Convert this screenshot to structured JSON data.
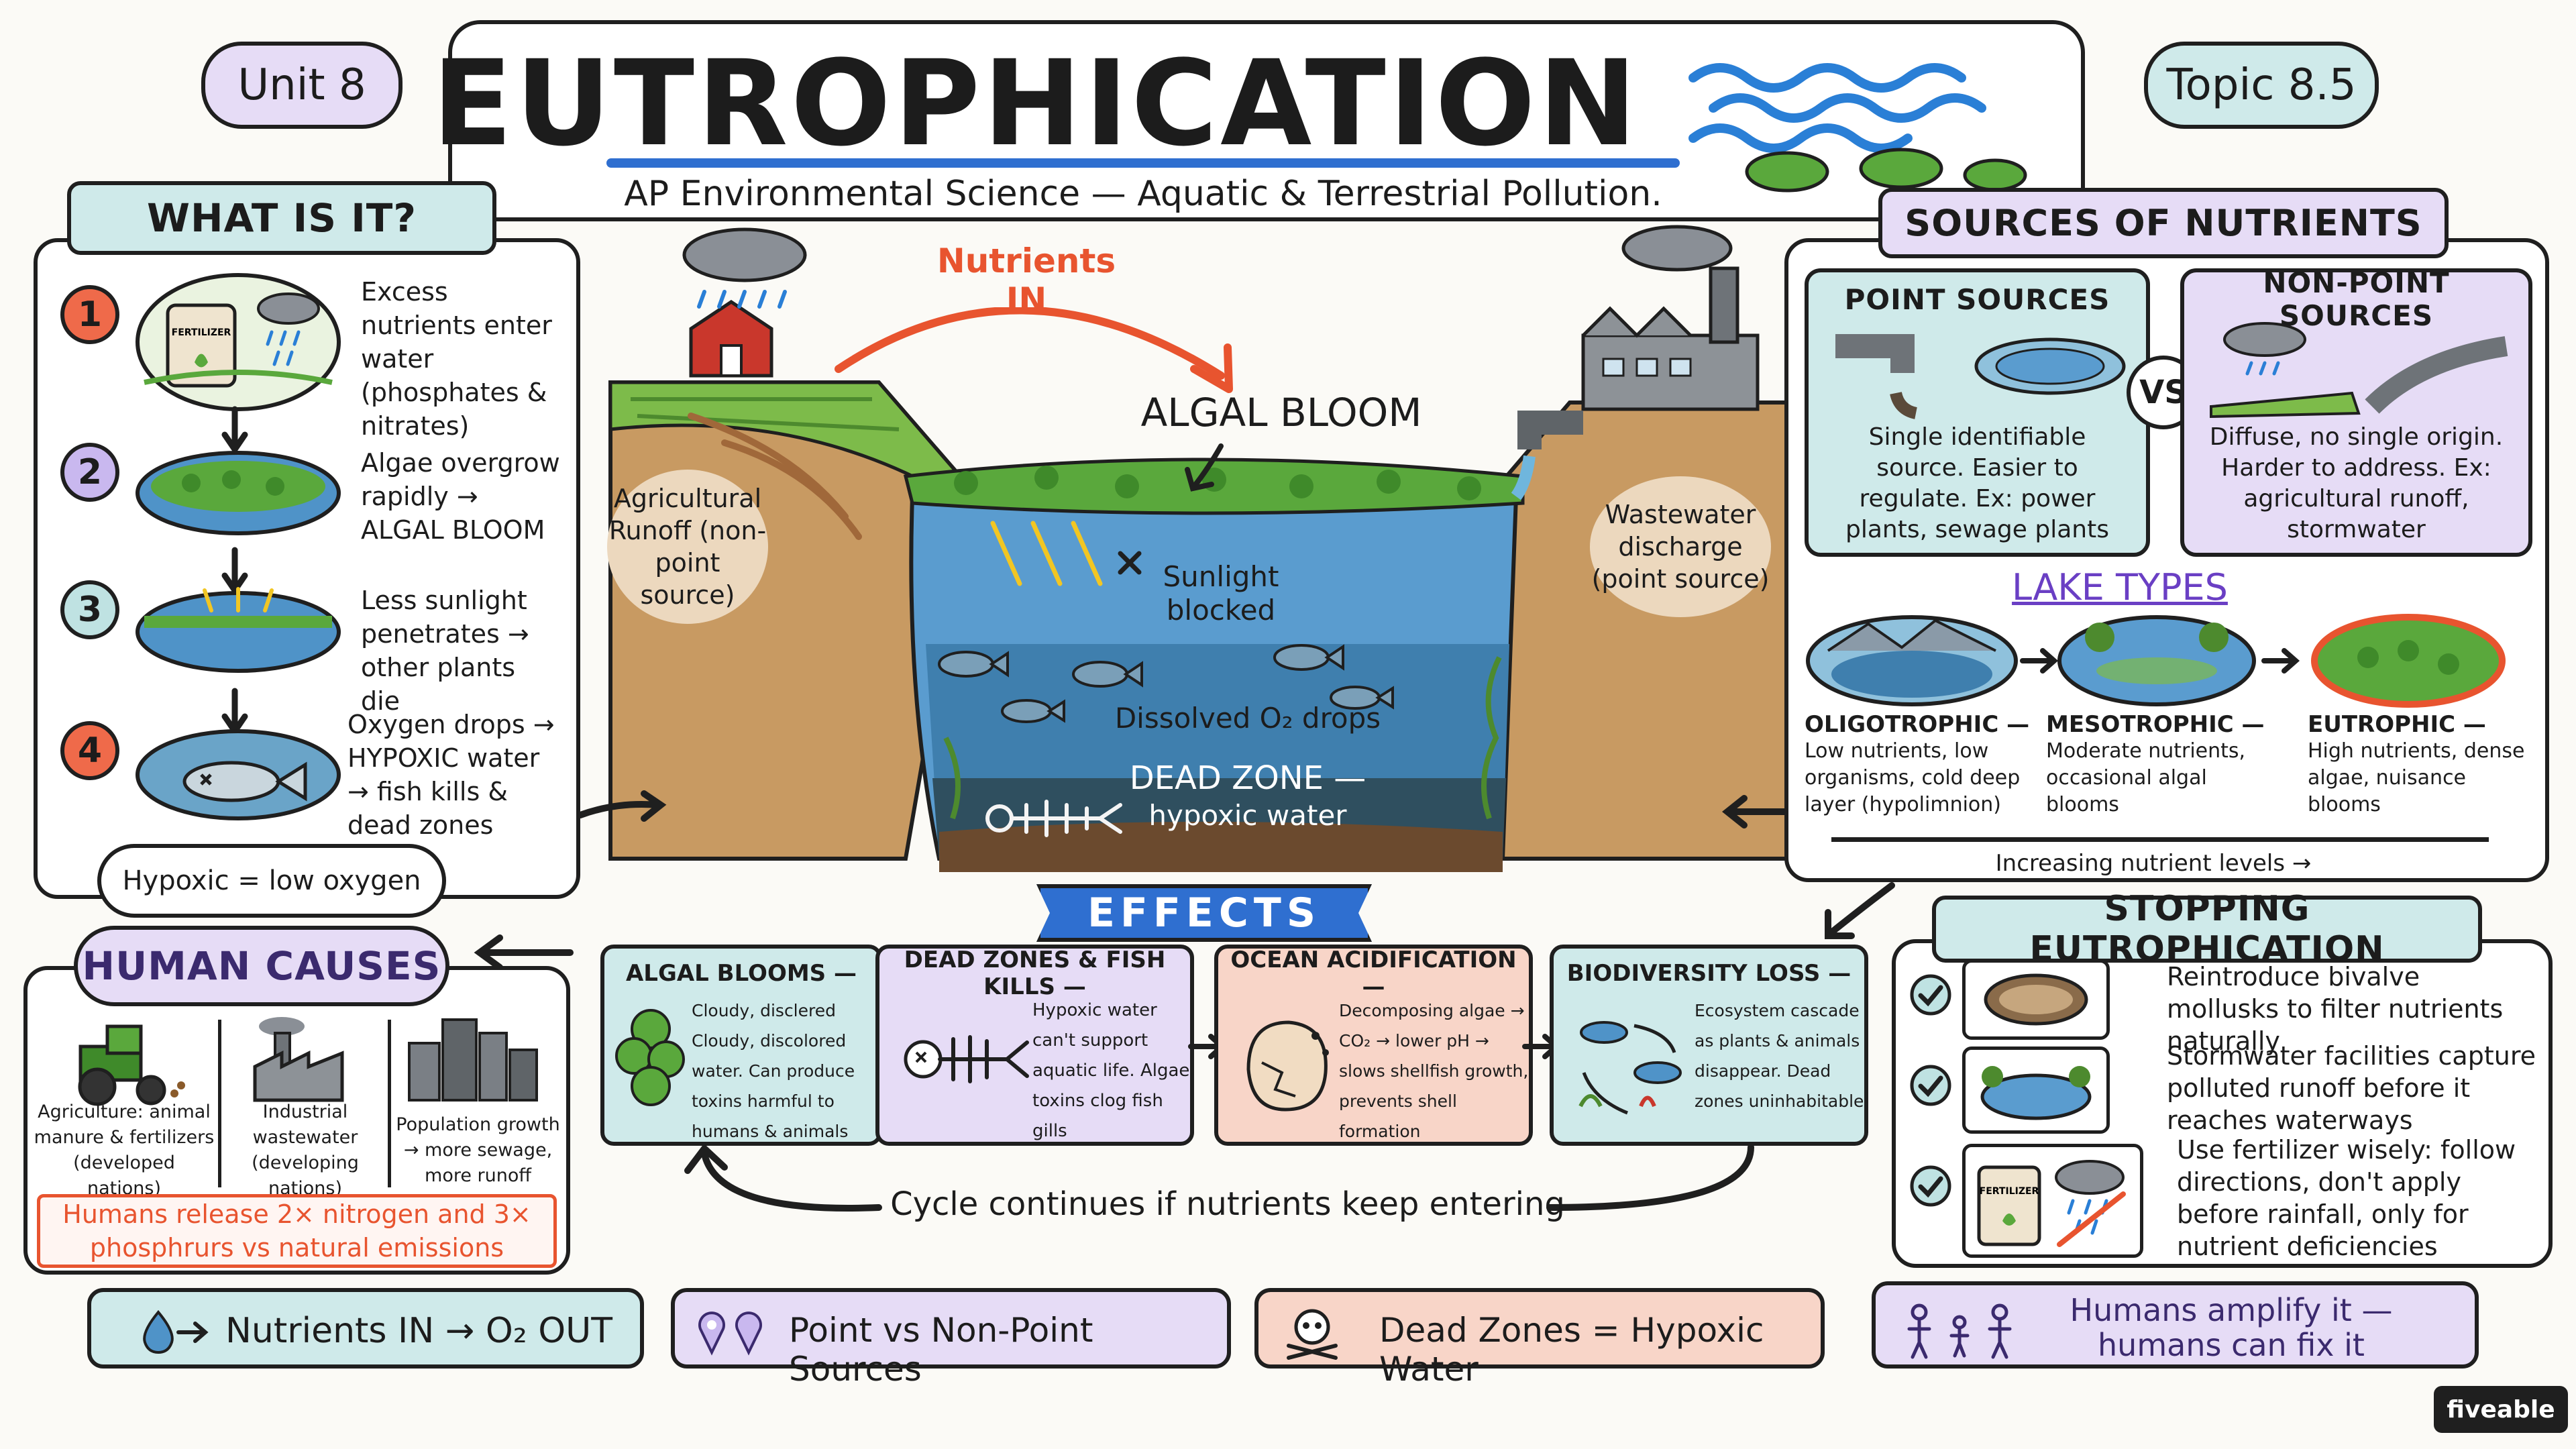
{
  "header": {
    "unit": "Unit 8",
    "title": "EUTROPHICATION",
    "subtitle": "AP Environmental Science — Aquatic & Terrestrial Pollution.",
    "topic": "Topic 8.5"
  },
  "what_is_it": {
    "heading": "WHAT IS IT?",
    "steps": [
      {
        "num": "1",
        "text": "Excess nutrients enter water (phosphates & nitrates)",
        "icon_label": "FERTILIZER"
      },
      {
        "num": "2",
        "text": "Algae overgrow rapidly → ALGAL BLOOM"
      },
      {
        "num": "3",
        "text": "Less sunlight penetrates → other plants die"
      },
      {
        "num": "4",
        "text": "Oxygen drops → HYPOXIC water → fish kills & dead zones"
      }
    ],
    "note": "Hypoxic = low oxygen"
  },
  "lake": {
    "nutrients_in": "Nutrients IN",
    "algal_bloom": "ALGAL BLOOM",
    "ag_runoff": "Agricultural Runoff (non-point source)",
    "wastewater": "Wastewater discharge (point source)",
    "sunlight": "Sunlight blocked",
    "dissolved": "Dissolved O₂ drops",
    "dead_zone": "DEAD ZONE —",
    "hypoxic_water": "hypoxic water"
  },
  "sources": {
    "heading": "SOURCES OF NUTRIENTS",
    "point": {
      "title": "POINT SOURCES",
      "text": "Single identifiable source. Easier to regulate. Ex: power plants, sewage plants"
    },
    "vs": "VS",
    "nonpoint": {
      "title": "NON-POINT SOURCES",
      "text": "Diffuse, no single origin. Harder to address. Ex: agricultural runoff, stormwater"
    }
  },
  "lake_types": {
    "heading": "LAKE TYPES",
    "types": [
      {
        "name": "OLIGOTROPHIC —",
        "text": "Low nutrients, low organisms, cold deep layer (hypolimnion)"
      },
      {
        "name": "MESOTROPHIC —",
        "text": "Moderate nutrients, occasional algal blooms"
      },
      {
        "name": "EUTROPHIC —",
        "text": "High nutrients, dense algae, nuisance blooms"
      }
    ],
    "axis": "Increasing nutrient levels →"
  },
  "effects": {
    "heading": "EFFECTS",
    "cards": [
      {
        "title": "ALGAL BLOOMS —",
        "text": "Cloudy, disclered Cloudy, discolored water. Can produce toxins harmful to humans & animals"
      },
      {
        "title": "DEAD ZONES & FISH KILLS —",
        "text": "Hypoxic water can't support aquatic life. Algae toxins clog fish gills"
      },
      {
        "title": "OCEAN ACIDIFICATION —",
        "text": "Decomposing algae → CO₂ → lower pH → slows shellfish growth, prevents shell formation"
      },
      {
        "title": "BIODIVERSITY LOSS —",
        "text": "Ecosystem cascade as plants & animals disappear. Dead zones uninhabitable"
      }
    ],
    "cycle": "Cycle continues if nutrients keep entering"
  },
  "human_causes": {
    "heading": "HUMAN CAUSES",
    "items": [
      {
        "text": "Agriculture: animal manure & fertilizers (developed nations)"
      },
      {
        "text": "Industrial wastewater (developing nations)"
      },
      {
        "text": "Population growth → more sewage, more runoff"
      }
    ],
    "callout": "Humans release 2× nitrogen and 3× phosphrurs vs natural emissions"
  },
  "stopping": {
    "heading": "STOPPING EUTROPHICATION",
    "items": [
      {
        "text": "Reintroduce bivalve mollusks to filter nutrients naturally"
      },
      {
        "text": "Stormwater facilities capture polluted runoff before it reaches waterways"
      },
      {
        "text": "Use fertilizer wisely: follow directions, don't apply before rainfall, only for nutrient deficiencies",
        "icon_label": "FERTILIZER"
      }
    ]
  },
  "footer": {
    "items": [
      {
        "text": "Nutrients IN → O₂ OUT"
      },
      {
        "text": "Point vs Non-Point Sources"
      },
      {
        "text": "Dead Zones = Hypoxic Water"
      },
      {
        "text": "Humans amplify it — humans can fix it"
      }
    ],
    "brand": "fiveable"
  },
  "colors": {
    "teal": "#cfeaea",
    "lavender": "#e6dcf6",
    "peach": "#f8d5c8",
    "algae": "#5aa83c",
    "water": "#4f93c8",
    "accent_red": "#e8542f",
    "accent_purple": "#6a3fc4"
  }
}
